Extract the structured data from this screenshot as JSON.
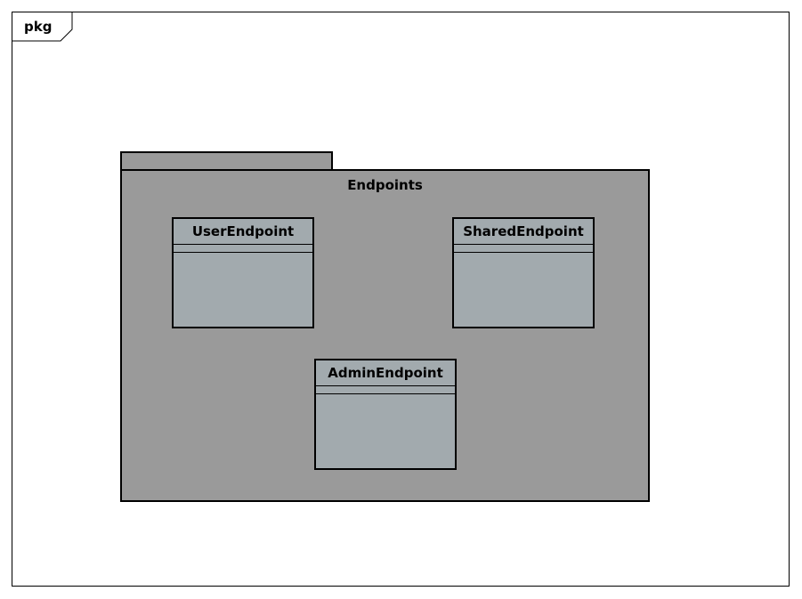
{
  "frame": {
    "label": "pkg"
  },
  "package": {
    "name": "Endpoints",
    "fill_color": "#9a9a9a"
  },
  "classes": [
    {
      "name": "UserEndpoint",
      "fill_color": "#a2aaae"
    },
    {
      "name": "SharedEndpoint",
      "fill_color": "#a2aaae"
    },
    {
      "name": "AdminEndpoint",
      "fill_color": "#a2aaae"
    }
  ]
}
